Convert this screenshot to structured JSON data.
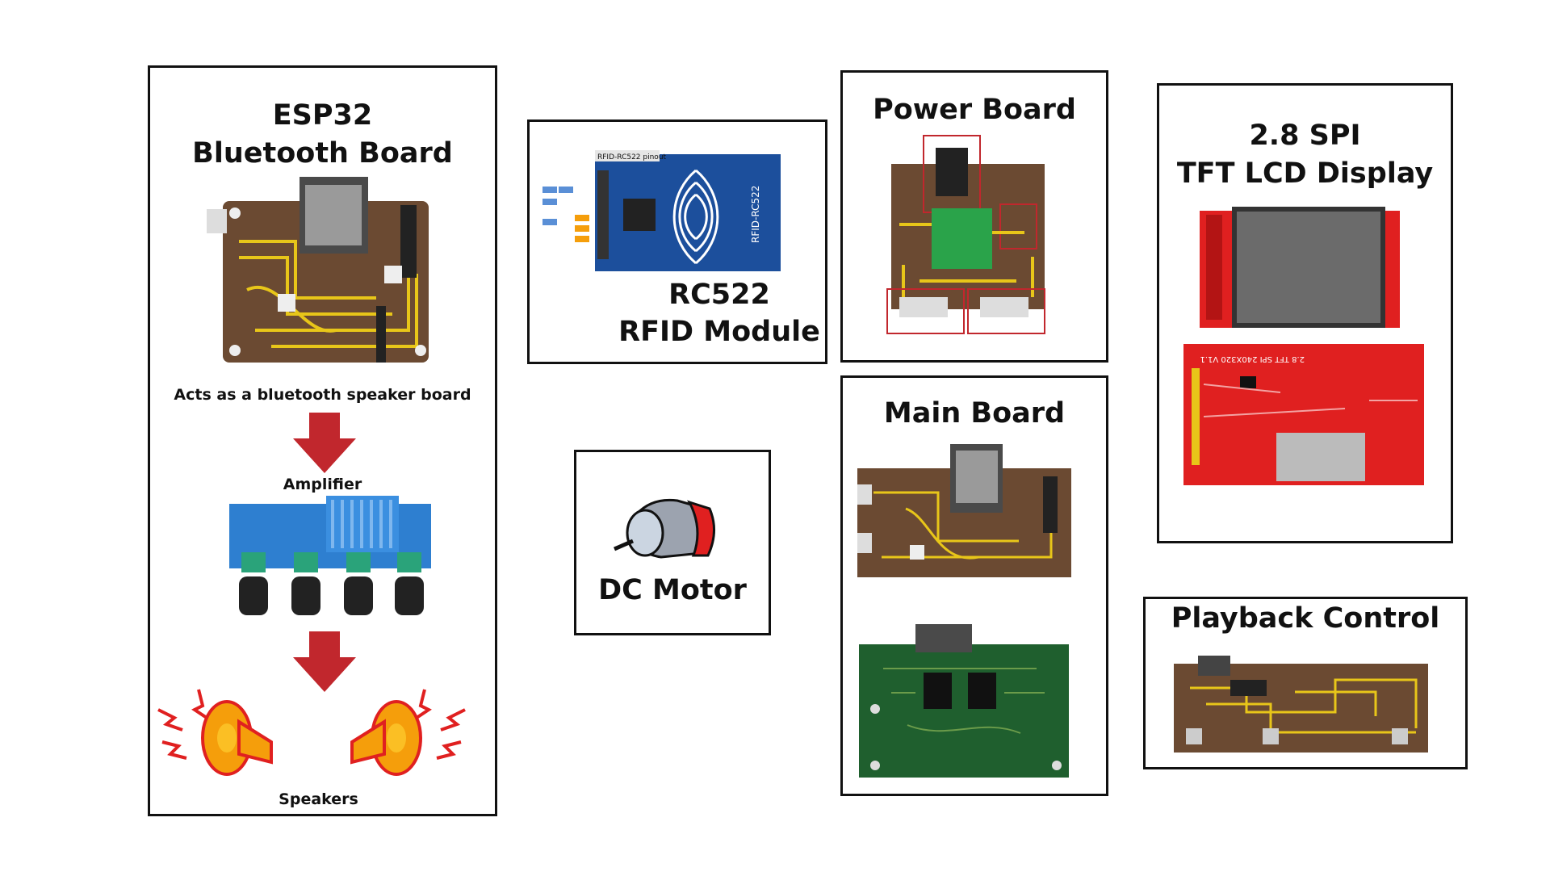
{
  "esp32": {
    "title_line1": "ESP32",
    "title_line2": "Bluetooth Board",
    "desc": "Acts as a bluetooth speaker board",
    "amplifier_label": "Amplifier",
    "speakers_label": "Speakers"
  },
  "rfid": {
    "title_line1": "RC522",
    "title_line2": "RFID Module",
    "board_text": "RFID-RC522",
    "pinout_text": "RFID-RC522 pinout"
  },
  "motor": {
    "title": "DC Motor"
  },
  "power": {
    "title": "Power Board"
  },
  "main": {
    "title": "Main Board"
  },
  "tft": {
    "title_line1": "2.8 SPI",
    "title_line2": "TFT LCD Display",
    "back_text": "2.8 TFT SPI 240X320 V1.1"
  },
  "playback": {
    "title": "Playback Control"
  },
  "colors": {
    "pcb_brown": "#6b4a32",
    "trace_yellow": "#e8c619",
    "arrow_red": "#c1272d",
    "rfid_blue": "#1c4f9c",
    "tft_red": "#e02020",
    "speaker_orange": "#f59e0b"
  }
}
